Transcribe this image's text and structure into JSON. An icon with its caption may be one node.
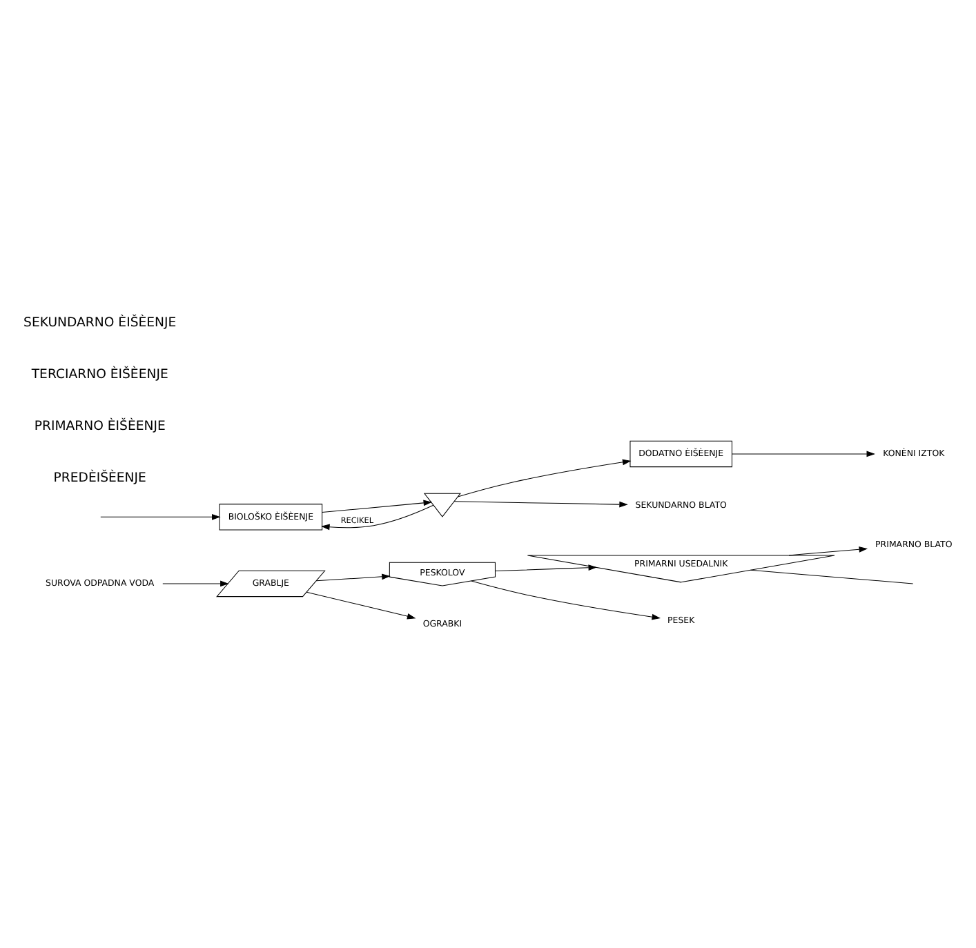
{
  "diagram": {
    "nodes": [
      {
        "text": [
          "SUROVA ODPADNA VODA"
        ]
      },
      {
        "text": [
          "GRABLJE"
        ]
      },
      {
        "text": [
          "PESKOLOV"
        ]
      },
      {
        "text": [
          "PRIMARNI USEDALNIK"
        ]
      },
      {
        "text": [
          "OGRABKI"
        ]
      },
      {
        "text": [
          "PESEK"
        ]
      },
      {
        "text": [
          "PRIMARNO BLATO"
        ]
      },
      {
        "text": [
          "BIOLOŠKO ÈIŠÈENJE"
        ]
      },
      {
        "text": [
          "DODATNO ÈIŠÈENJE"
        ]
      },
      {
        "text": [],
        "shape": "triangle"
      },
      {
        "text": [
          "KONÈNI IZTOK"
        ]
      },
      {
        "text": [
          "SEKUNDARNO BLATO"
        ]
      }
    ],
    "edges": [
      {
        "from": 0,
        "to": 1,
        "arrow": "to"
      },
      {
        "from": 1,
        "to": 2,
        "arrow": "to"
      },
      {
        "from": 2,
        "to": 3,
        "arrow": "to"
      },
      {
        "from": 1,
        "to": 4,
        "arrow": "to"
      },
      {
        "from": 2,
        "to": 5,
        "arrow": "to"
      },
      {
        "from": 3,
        "to": 6,
        "arrow": "to"
      },
      {
        "from": 3,
        "to": null,
        "arrow": "none"
      },
      {
        "from": null,
        "to": 7,
        "arrow": "to"
      },
      {
        "from": 7,
        "to": 9,
        "arrow": "to"
      },
      {
        "from": 9,
        "to": 8,
        "arrow": "to"
      },
      {
        "from": 8,
        "to": 10,
        "arrow": "to"
      },
      {
        "from": 9,
        "to": 11,
        "arrow": "to"
      },
      {
        "from": 9,
        "to": 7,
        "arrow": "to",
        "label": "RECIKEL"
      }
    ],
    "labels": [
      "PREDÈIŠÈENJE",
      "PRIMARNO ÈIŠÈENJE",
      "TERCIARNO ÈIŠÈENJE",
      "SEKUNDARNO ÈIŠÈENJE"
    ]
  }
}
